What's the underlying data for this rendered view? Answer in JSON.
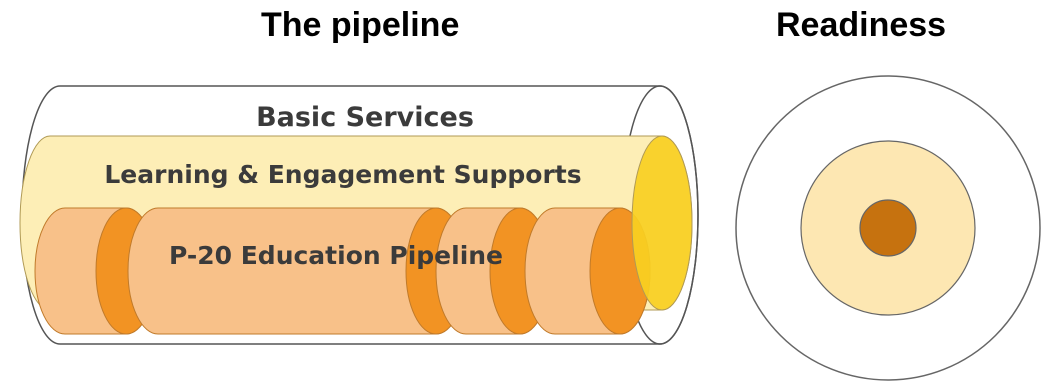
{
  "titles": {
    "pipeline": "The pipeline",
    "readiness": "Readiness"
  },
  "pipeline": {
    "outer_label": "Basic Services",
    "middle_label": "Learning & Engagement Supports",
    "inner_label": "P-20 Education Pipeline"
  },
  "colors": {
    "outer_fill": "#ffffff",
    "outer_stroke": "#555555",
    "middle_fill": "#fdeeb6",
    "middle_cap": "#f8cf22",
    "segment_fill": "#f8c189",
    "segment_cap": "#f29323",
    "core_fill": "#c6720f",
    "text_color": "#3b3b3b"
  }
}
